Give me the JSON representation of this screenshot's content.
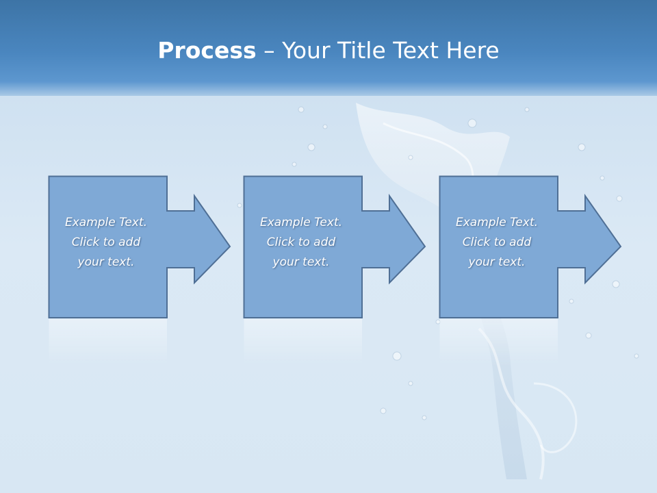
{
  "slide": {
    "title_bold": "Process",
    "title_rest": " – Your Title Text Here"
  },
  "steps": [
    {
      "line1": "Example Text.",
      "line2": "Click  to add",
      "line3": "your text."
    },
    {
      "line1": "Example Text.",
      "line2": "Click  to add",
      "line3": "your text."
    },
    {
      "line1": "Example Text.",
      "line2": "Click  to add",
      "line3": "your text."
    }
  ],
  "colors": {
    "header": "#4a86bf",
    "step_fill": "#7fa9d6",
    "step_stroke": "#4f6f95",
    "text": "#ffffff"
  }
}
